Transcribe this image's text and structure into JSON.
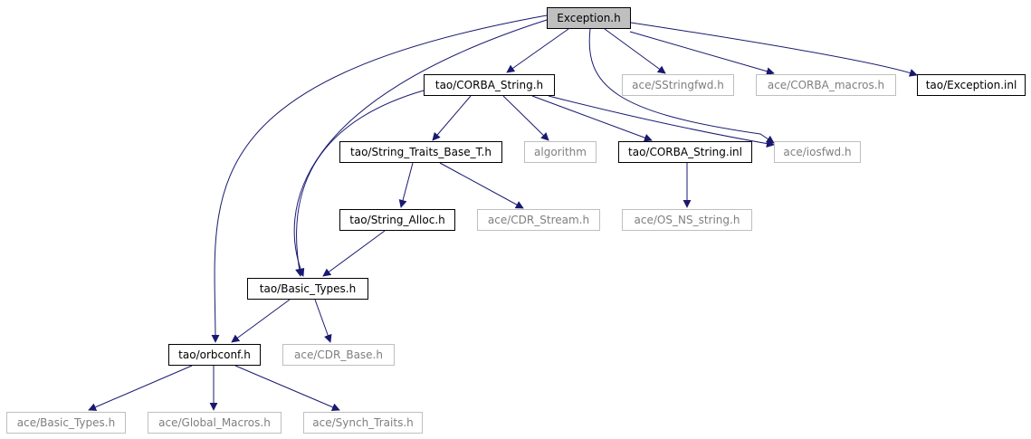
{
  "nodes": {
    "exception_h": {
      "label": "Exception.h",
      "kind": "root"
    },
    "corba_string_h": {
      "label": "tao/CORBA_String.h",
      "kind": "doc"
    },
    "sstringfwd_h": {
      "label": "ace/SStringfwd.h",
      "kind": "ext"
    },
    "corba_macros_h": {
      "label": "ace/CORBA_macros.h",
      "kind": "ext"
    },
    "exception_inl": {
      "label": "tao/Exception.inl",
      "kind": "doc"
    },
    "string_traits_base_t_h": {
      "label": "tao/String_Traits_Base_T.h",
      "kind": "doc"
    },
    "algorithm": {
      "label": "algorithm",
      "kind": "ext"
    },
    "corba_string_inl": {
      "label": "tao/CORBA_String.inl",
      "kind": "doc"
    },
    "iosfwd_h": {
      "label": "ace/iosfwd.h",
      "kind": "ext"
    },
    "string_alloc_h": {
      "label": "tao/String_Alloc.h",
      "kind": "doc"
    },
    "cdr_stream_h": {
      "label": "ace/CDR_Stream.h",
      "kind": "ext"
    },
    "os_ns_string_h": {
      "label": "ace/OS_NS_string.h",
      "kind": "ext"
    },
    "basic_types_h": {
      "label": "tao/Basic_Types.h",
      "kind": "doc"
    },
    "orbconf_h": {
      "label": "tao/orbconf.h",
      "kind": "doc"
    },
    "cdr_base_h": {
      "label": "ace/CDR_Base.h",
      "kind": "ext"
    },
    "ace_basic_types_h": {
      "label": "ace/Basic_Types.h",
      "kind": "ext"
    },
    "global_macros_h": {
      "label": "ace/Global_Macros.h",
      "kind": "ext"
    },
    "synch_traits_h": {
      "label": "ace/Synch_Traits.h",
      "kind": "ext"
    }
  },
  "edges": [
    [
      "exception_h",
      "corba_string_h"
    ],
    [
      "exception_h",
      "sstringfwd_h"
    ],
    [
      "exception_h",
      "corba_macros_h"
    ],
    [
      "exception_h",
      "exception_inl"
    ],
    [
      "exception_h",
      "iosfwd_h"
    ],
    [
      "exception_h",
      "basic_types_h"
    ],
    [
      "exception_h",
      "orbconf_h"
    ],
    [
      "corba_string_h",
      "string_traits_base_t_h"
    ],
    [
      "corba_string_h",
      "algorithm"
    ],
    [
      "corba_string_h",
      "corba_string_inl"
    ],
    [
      "corba_string_h",
      "iosfwd_h"
    ],
    [
      "corba_string_h",
      "basic_types_h"
    ],
    [
      "string_traits_base_t_h",
      "string_alloc_h"
    ],
    [
      "string_traits_base_t_h",
      "cdr_stream_h"
    ],
    [
      "corba_string_inl",
      "os_ns_string_h"
    ],
    [
      "string_alloc_h",
      "basic_types_h"
    ],
    [
      "basic_types_h",
      "orbconf_h"
    ],
    [
      "basic_types_h",
      "cdr_base_h"
    ],
    [
      "orbconf_h",
      "ace_basic_types_h"
    ],
    [
      "orbconf_h",
      "global_macros_h"
    ],
    [
      "orbconf_h",
      "synch_traits_h"
    ]
  ],
  "colors": {
    "edge": "#191970",
    "doc_border": "#000000",
    "ext_border": "#bfbfbf",
    "ext_text": "#7f7f7f",
    "root_fill": "#bfbfbf"
  }
}
